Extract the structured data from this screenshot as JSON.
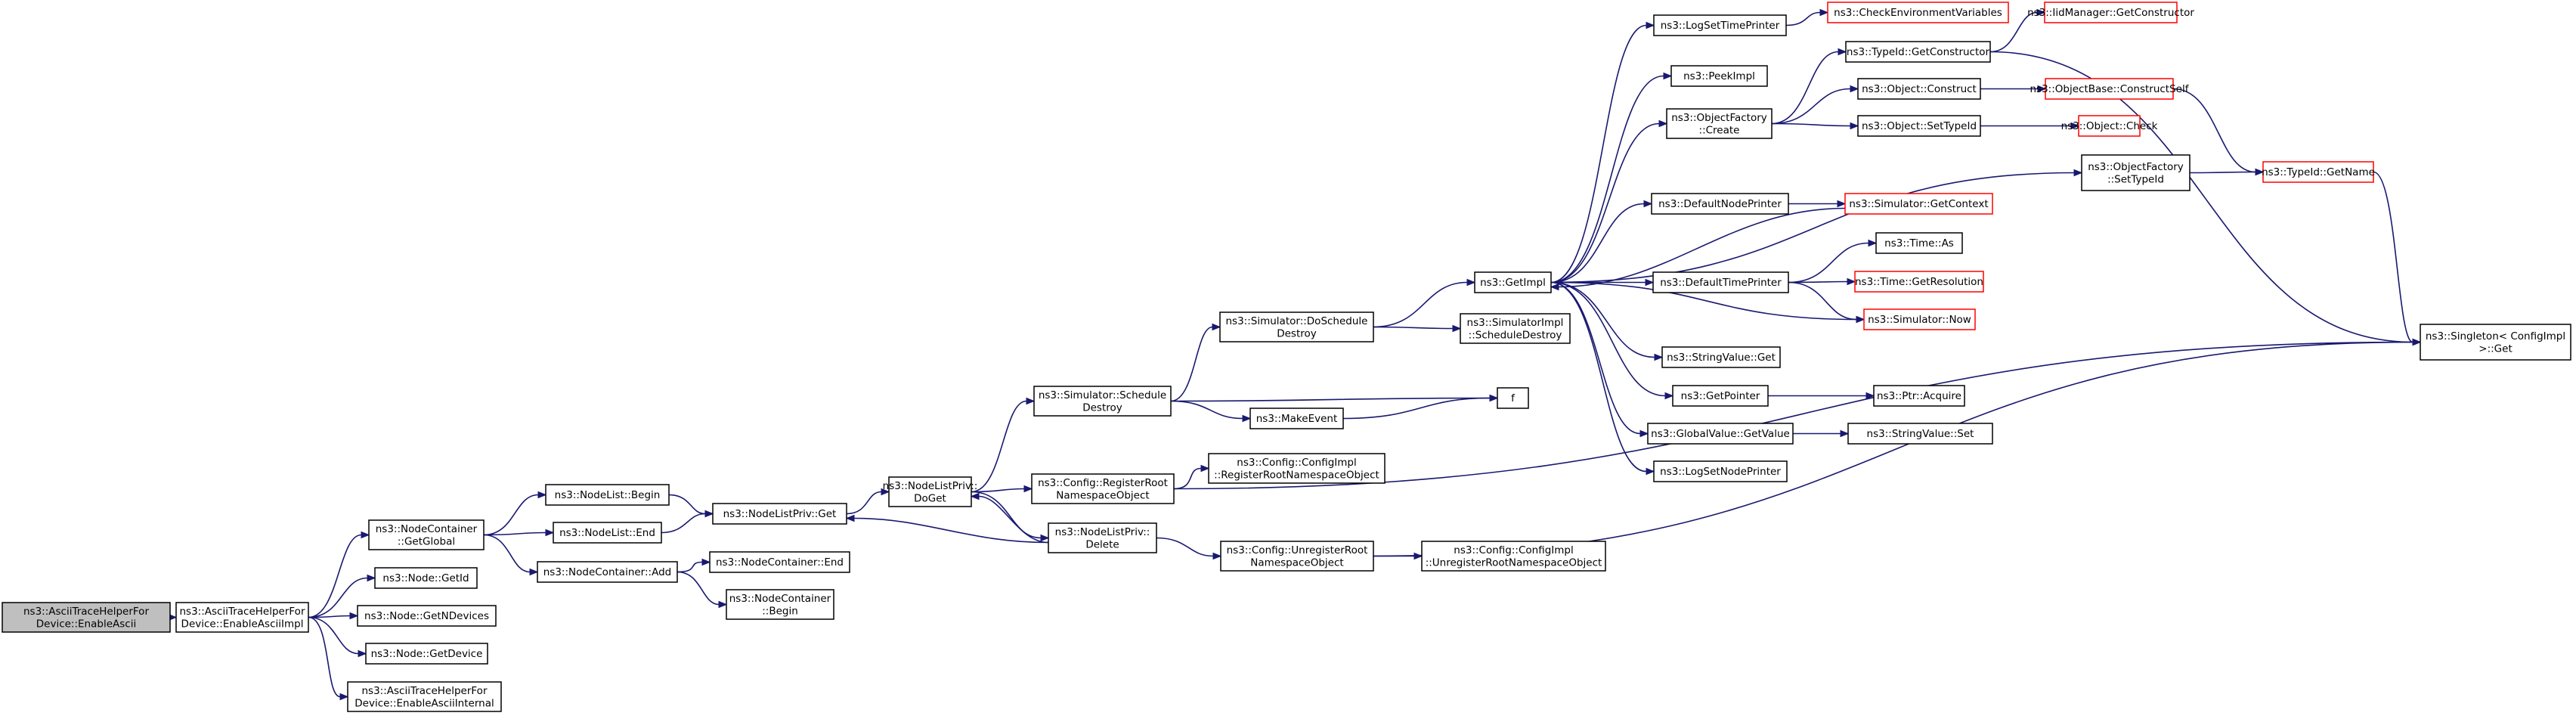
{
  "diagram": {
    "type": "call-graph",
    "colors": {
      "edge": "#191970",
      "node_border": "#000000",
      "node_border_truncated": "#ff0000",
      "root_fill": "#bfbfbf",
      "node_fill": "#ffffff",
      "text": "#000000"
    },
    "nodes": [
      {
        "id": "n0",
        "lines": [
          "ns3::AsciiTraceHelperFor",
          "Device::EnableAscii"
        ],
        "root": true
      },
      {
        "id": "n1",
        "lines": [
          "ns3::AsciiTraceHelperFor",
          "Device::EnableAsciiImpl"
        ]
      },
      {
        "id": "n2",
        "lines": [
          "ns3::NodeContainer",
          "::GetGlobal"
        ]
      },
      {
        "id": "n3",
        "lines": [
          "ns3::Node::GetId"
        ]
      },
      {
        "id": "n4",
        "lines": [
          "ns3::Node::GetNDevices"
        ]
      },
      {
        "id": "n5",
        "lines": [
          "ns3::Node::GetDevice"
        ]
      },
      {
        "id": "n6",
        "lines": [
          "ns3::AsciiTraceHelperFor",
          "Device::EnableAsciiInternal"
        ]
      },
      {
        "id": "n7",
        "lines": [
          "ns3::NodeList::Begin"
        ]
      },
      {
        "id": "n8",
        "lines": [
          "ns3::NodeList::End"
        ]
      },
      {
        "id": "n9",
        "lines": [
          "ns3::NodeContainer::Add"
        ]
      },
      {
        "id": "n10",
        "lines": [
          "ns3::NodeListPriv::Get"
        ]
      },
      {
        "id": "n11",
        "lines": [
          "ns3::NodeContainer::End"
        ]
      },
      {
        "id": "n12",
        "lines": [
          "ns3::NodeContainer",
          "::Begin"
        ]
      },
      {
        "id": "n13",
        "lines": [
          "ns3::NodeListPriv::",
          "DoGet"
        ]
      },
      {
        "id": "n14",
        "lines": [
          "ns3::NodeListPriv::",
          "Delete"
        ]
      },
      {
        "id": "n15",
        "lines": [
          "ns3::Simulator::Schedule",
          "Destroy"
        ]
      },
      {
        "id": "n16",
        "lines": [
          "ns3::Config::RegisterRoot",
          "NamespaceObject"
        ]
      },
      {
        "id": "n17",
        "lines": [
          "ns3::Config::UnregisterRoot",
          "NamespaceObject"
        ]
      },
      {
        "id": "n18",
        "lines": [
          "ns3::Config::ConfigImpl",
          "::RegisterRootNamespaceObject"
        ]
      },
      {
        "id": "n19",
        "lines": [
          "ns3::Config::ConfigImpl",
          "::UnregisterRootNamespaceObject"
        ]
      },
      {
        "id": "n20",
        "lines": [
          "ns3::Simulator::DoSchedule",
          "Destroy"
        ]
      },
      {
        "id": "n21",
        "lines": [
          "ns3::MakeEvent"
        ]
      },
      {
        "id": "n22",
        "lines": [
          "f"
        ]
      },
      {
        "id": "n23",
        "lines": [
          "ns3::GetImpl"
        ]
      },
      {
        "id": "n24",
        "lines": [
          "ns3::SimulatorImpl",
          "::ScheduleDestroy"
        ]
      },
      {
        "id": "n25",
        "lines": [
          "ns3::LogSetTimePrinter"
        ]
      },
      {
        "id": "n26",
        "lines": [
          "ns3::PeekImpl"
        ]
      },
      {
        "id": "n27",
        "lines": [
          "ns3::ObjectFactory",
          "::Create"
        ]
      },
      {
        "id": "n28",
        "lines": [
          "ns3::DefaultNodePrinter"
        ]
      },
      {
        "id": "n29",
        "lines": [
          "ns3::DefaultTimePrinter"
        ]
      },
      {
        "id": "n30",
        "lines": [
          "ns3::StringValue::Get"
        ]
      },
      {
        "id": "n31",
        "lines": [
          "ns3::GetPointer"
        ]
      },
      {
        "id": "n32",
        "lines": [
          "ns3::GlobalValue::GetValue"
        ]
      },
      {
        "id": "n33",
        "lines": [
          "ns3::LogSetNodePrinter"
        ]
      },
      {
        "id": "n34",
        "lines": [
          "ns3::CheckEnvironmentVariables"
        ],
        "truncated": true
      },
      {
        "id": "n35",
        "lines": [
          "ns3::TypeId::GetConstructor"
        ]
      },
      {
        "id": "n36",
        "lines": [
          "ns3::Object::Construct"
        ]
      },
      {
        "id": "n37",
        "lines": [
          "ns3::Object::SetTypeId"
        ]
      },
      {
        "id": "n38",
        "lines": [
          "ns3::ObjectFactory",
          "::SetTypeId"
        ]
      },
      {
        "id": "n39",
        "lines": [
          "ns3::Simulator::GetContext"
        ],
        "truncated": true
      },
      {
        "id": "n40",
        "lines": [
          "ns3::Time::As"
        ]
      },
      {
        "id": "n41",
        "lines": [
          "ns3::Time::GetResolution"
        ],
        "truncated": true
      },
      {
        "id": "n42",
        "lines": [
          "ns3::Simulator::Now"
        ],
        "truncated": true
      },
      {
        "id": "n43",
        "lines": [
          "ns3::Ptr::Acquire"
        ]
      },
      {
        "id": "n44",
        "lines": [
          "ns3::StringValue::Set"
        ]
      },
      {
        "id": "n45",
        "lines": [
          "ns3::IidManager::GetConstructor"
        ],
        "truncated": true
      },
      {
        "id": "n46",
        "lines": [
          "ns3::ObjectBase::ConstructSelf"
        ],
        "truncated": true
      },
      {
        "id": "n47",
        "lines": [
          "ns3::Object::Check"
        ],
        "truncated": true
      },
      {
        "id": "n48",
        "lines": [
          "ns3::TypeId::GetName"
        ],
        "truncated": true
      },
      {
        "id": "n49",
        "lines": [
          "ns3::Singleton< ConfigImpl",
          " >::Get"
        ]
      }
    ],
    "edges": [
      [
        "n0",
        "n1"
      ],
      [
        "n1",
        "n2"
      ],
      [
        "n1",
        "n3"
      ],
      [
        "n1",
        "n4"
      ],
      [
        "n1",
        "n5"
      ],
      [
        "n1",
        "n6"
      ],
      [
        "n2",
        "n7"
      ],
      [
        "n2",
        "n8"
      ],
      [
        "n2",
        "n9"
      ],
      [
        "n7",
        "n10"
      ],
      [
        "n8",
        "n10"
      ],
      [
        "n9",
        "n11"
      ],
      [
        "n9",
        "n12"
      ],
      [
        "n10",
        "n13"
      ],
      [
        "n13",
        "n15"
      ],
      [
        "n13",
        "n16"
      ],
      [
        "n13",
        "n14"
      ],
      [
        "n14",
        "n13"
      ],
      [
        "n14",
        "n10"
      ],
      [
        "n14",
        "n17"
      ],
      [
        "n15",
        "n20"
      ],
      [
        "n15",
        "n21"
      ],
      [
        "n15",
        "n22"
      ],
      [
        "n21",
        "n22"
      ],
      [
        "n16",
        "n18"
      ],
      [
        "n16",
        "n49"
      ],
      [
        "n17",
        "n19"
      ],
      [
        "n17",
        "n49"
      ],
      [
        "n20",
        "n23"
      ],
      [
        "n20",
        "n24"
      ],
      [
        "n23",
        "n25"
      ],
      [
        "n23",
        "n26"
      ],
      [
        "n23",
        "n27"
      ],
      [
        "n23",
        "n38"
      ],
      [
        "n23",
        "n28"
      ],
      [
        "n23",
        "n29"
      ],
      [
        "n23",
        "n42"
      ],
      [
        "n23",
        "n30"
      ],
      [
        "n23",
        "n31"
      ],
      [
        "n23",
        "n32"
      ],
      [
        "n23",
        "n33"
      ],
      [
        "n25",
        "n34"
      ],
      [
        "n27",
        "n35"
      ],
      [
        "n27",
        "n36"
      ],
      [
        "n27",
        "n37"
      ],
      [
        "n28",
        "n39"
      ],
      [
        "n39",
        "n23"
      ],
      [
        "n29",
        "n40"
      ],
      [
        "n29",
        "n41"
      ],
      [
        "n29",
        "n42"
      ],
      [
        "n31",
        "n43"
      ],
      [
        "n32",
        "n44"
      ],
      [
        "n35",
        "n45"
      ],
      [
        "n35",
        "n49"
      ],
      [
        "n36",
        "n46"
      ],
      [
        "n37",
        "n47"
      ],
      [
        "n38",
        "n48"
      ],
      [
        "n46",
        "n48"
      ],
      [
        "n48",
        "n49"
      ]
    ]
  }
}
